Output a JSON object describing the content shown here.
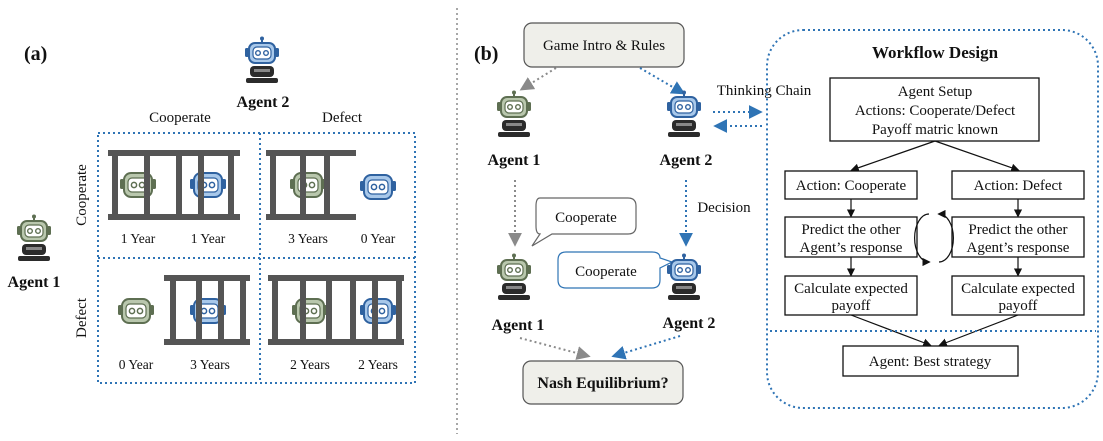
{
  "panel_a": {
    "label": "(a)",
    "agent_top": "Agent 2",
    "agent_left": "Agent 1",
    "col_headers": [
      "Cooperate",
      "Defect"
    ],
    "row_headers": [
      "Cooperate",
      "Defect"
    ],
    "cells": [
      {
        "left": "1 Year",
        "right": "1 Year"
      },
      {
        "left": "3 Years",
        "right": "0 Year"
      },
      {
        "left": "0 Year",
        "right": "3 Years"
      },
      {
        "left": "2 Years",
        "right": "2 Years"
      }
    ]
  },
  "panel_b": {
    "label": "(b)",
    "game_intro": "Game Intro & Rules",
    "agent1_top": "Agent 1",
    "agent2_top": "Agent 2",
    "thinking_chain": "Thinking Chain",
    "decision": "Decision",
    "bubble1": "Cooperate",
    "bubble2": "Cooperate",
    "agent1_bottom": "Agent 1",
    "agent2_bottom": "Agent 2",
    "nash": "Nash Equilibrium?"
  },
  "workflow": {
    "title": "Workflow Design",
    "setup_lines": [
      "Agent Setup",
      "Actions: Cooperate/Defect",
      "Payoff matric known"
    ],
    "left_action": "Action: Cooperate",
    "right_action": "Action: Defect",
    "predict_left": [
      "Predict the other",
      "Agent’s response"
    ],
    "predict_right": [
      "Predict the other",
      "Agent’s response"
    ],
    "calc_left": [
      "Calculate expected",
      "payoff"
    ],
    "calc_right": [
      "Calculate expected",
      "payoff"
    ],
    "best": "Agent: Best strategy"
  },
  "colors": {
    "dotted_blue": "#2f74b5",
    "dotted_gray": "#8a8a8a",
    "robot_green": "#7f9472",
    "robot_blue": "#4a86c5",
    "bars": "#555555"
  }
}
